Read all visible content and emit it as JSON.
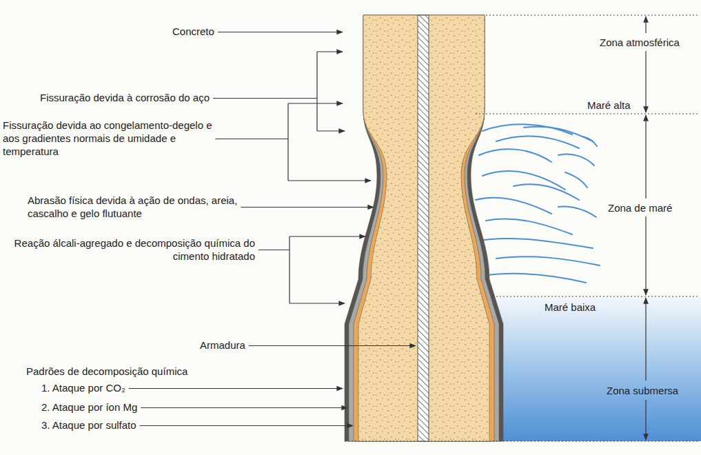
{
  "diagram": {
    "labels": [
      "Concreto",
      "Fissuração devida à corrosão do aço",
      "Fissuração devida ao congelamento-degelo e aos gradientes normais de umidade e temperatura",
      "Abrasão física devida à ação de ondas, areia, cascalho e gelo flutuante",
      "Reação álcali-agregado e decomposição química do cimento hidratado",
      "Armadura",
      "Padrões de decomposição química",
      "1. Ataque por CO₂",
      "2. Ataque por íon Mg",
      "3. Ataque por sulfato",
      "Zona atmosférica",
      "Maré alta",
      "Zona de maré",
      "Maré baixa",
      "Zona submersa"
    ]
  }
}
